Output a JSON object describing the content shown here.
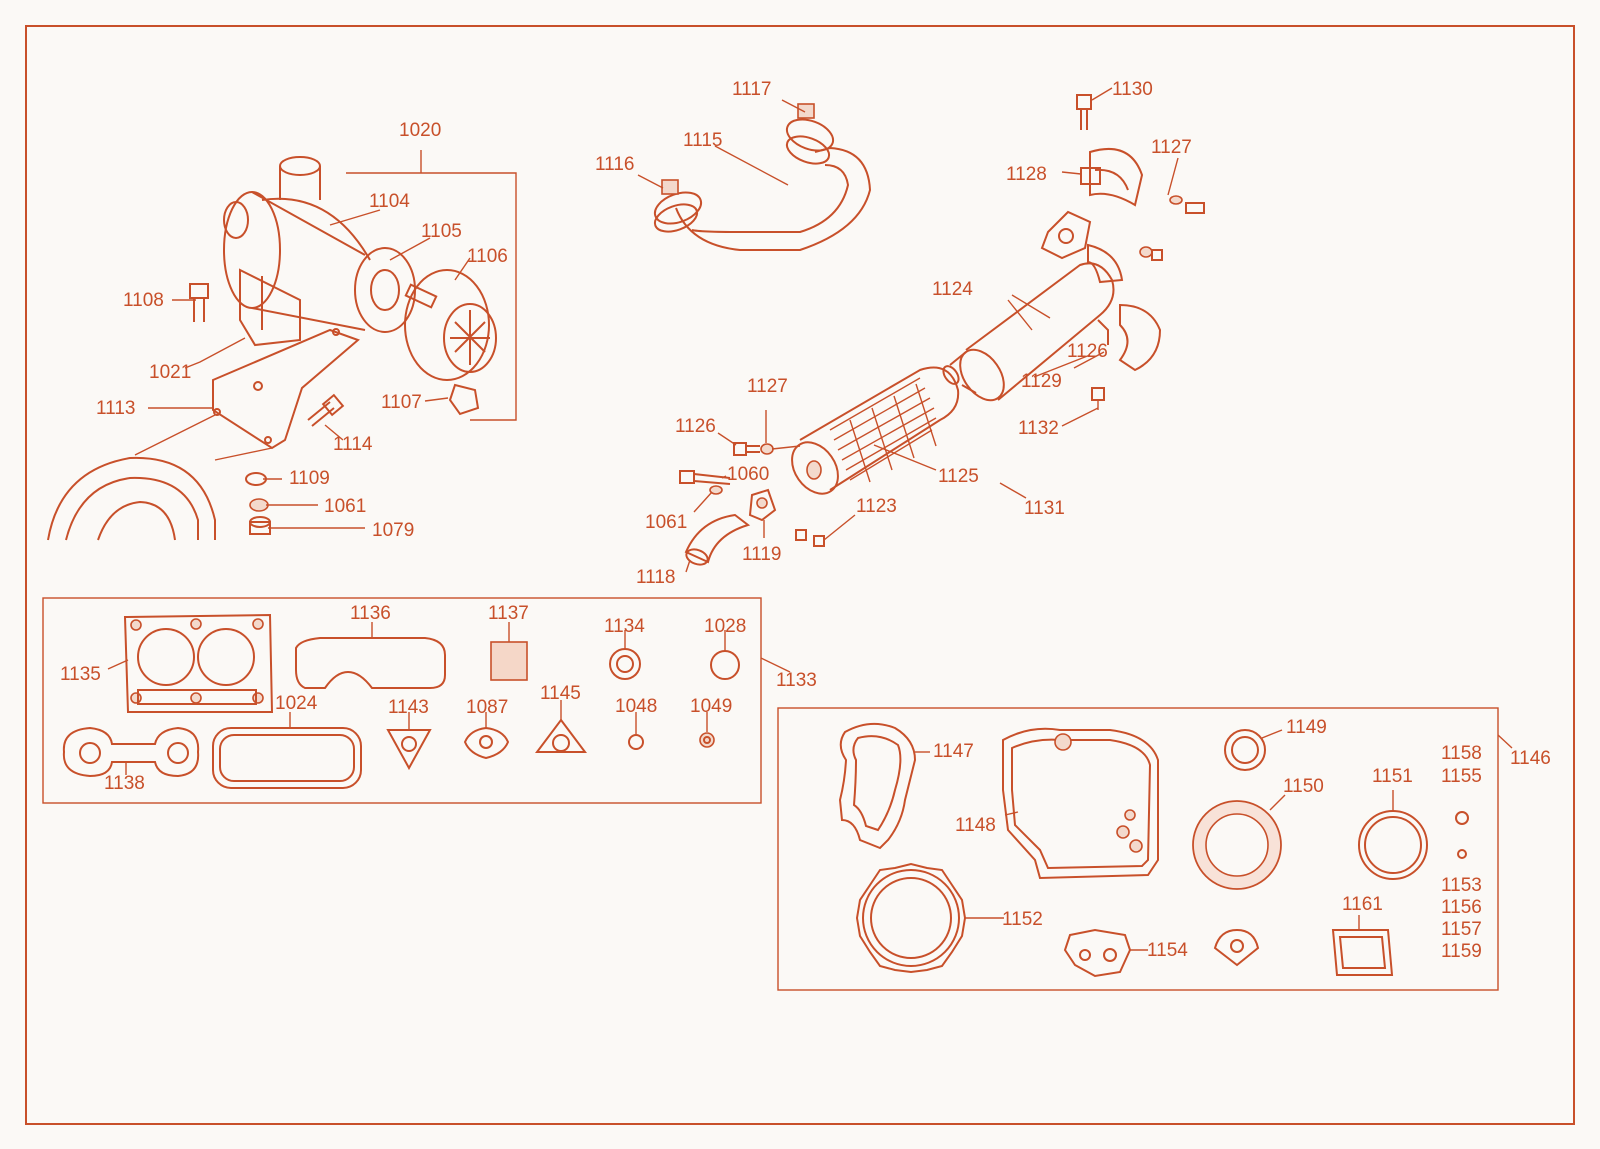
{
  "colors": {
    "accent": "#c8502a",
    "background": "#fbf9f6"
  },
  "callouts": {
    "c1020": "1020",
    "c1104": "1104",
    "c1105": "1105",
    "c1106": "1106",
    "c1108": "1108",
    "c1021": "1021",
    "c1113": "1113",
    "c1107": "1107",
    "c1114": "1114",
    "c1109": "1109",
    "c1061a": "1061",
    "c1079": "1079",
    "c1117": "1117",
    "c1115": "1115",
    "c1116": "1116",
    "c1130": "1130",
    "c1127a": "1127",
    "c1128": "1128",
    "c1124": "1124",
    "c1126a": "1126",
    "c1129": "1129",
    "c1132": "1132",
    "c1127b": "1127",
    "c1126b": "1126",
    "c1060": "1060",
    "c1125": "1125",
    "c1131": "1131",
    "c1123": "1123",
    "c1061b": "1061",
    "c1119": "1119",
    "c1118": "1118",
    "c1136": "1136",
    "c1137": "1137",
    "c1134": "1134",
    "c1028": "1028",
    "c1135": "1135",
    "c1133": "1133",
    "c1024": "1024",
    "c1143": "1143",
    "c1087": "1087",
    "c1145": "1145",
    "c1048": "1048",
    "c1049": "1049",
    "c1138": "1138",
    "c1149": "1149",
    "c1147": "1147",
    "c1148": "1148",
    "c1150": "1150",
    "c1151": "1151",
    "c1158": "1158",
    "c1155": "1155",
    "c1146": "1146",
    "c1153": "1153",
    "c1156": "1156",
    "c1157": "1157",
    "c1159": "1159",
    "c1161": "1161",
    "c1152": "1152",
    "c1154": "1154"
  }
}
